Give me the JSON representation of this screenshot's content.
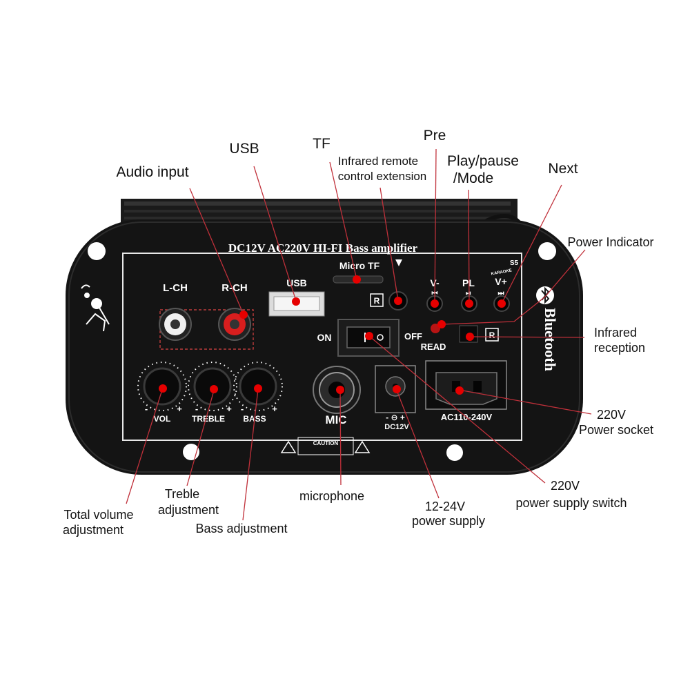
{
  "panel": {
    "title": "DC12V AC220V HI-FI Bass amplifier",
    "micro_tf": "Micro TF",
    "usb": "USB",
    "l_ch": "L-CH",
    "r_ch": "R-CH",
    "on": "ON",
    "off": "OFF",
    "read": "READ",
    "mic": "MIC",
    "vol": "VOL",
    "treble": "TREBLE",
    "bass": "BASS",
    "dc12v": "DC12V",
    "ac_range": "AC110-240V",
    "v_minus": "V-",
    "pl": "PL",
    "v_plus": "V+",
    "s5": "S5",
    "karaoke": "KARAOKE",
    "bluetooth": "Bluetooth",
    "caution": "CAUTION",
    "r_mark": "R",
    "minus": "-",
    "plus": "+"
  },
  "callouts": {
    "usb": "USB",
    "tf": "TF",
    "pre": "Pre",
    "audio_input": "Audio input",
    "infrared_remote_1": "Infrared remote",
    "infrared_remote_2": "control extension",
    "play_pause_1": "Play/pause",
    "play_pause_2": "/Mode",
    "next": "Next",
    "power_indicator": "Power Indicator",
    "infrared_reception_1": "Infrared",
    "infrared_reception_2": "reception",
    "power_socket_1": "220V",
    "power_socket_2": "Power socket",
    "supply_switch_1": "220V",
    "supply_switch_2": "power supply switch",
    "power_supply_1": "12-24V",
    "power_supply_2": "power supply",
    "microphone": "microphone",
    "bass_adjustment": "Bass adjustment",
    "treble_1": "Treble",
    "treble_2": "adjustment",
    "total_volume_1": "Total volume",
    "total_volume_2": "adjustment"
  },
  "colors": {
    "panel": "#111111",
    "marker": "#e60000",
    "leader": "#c0303a",
    "text": "#111111"
  }
}
